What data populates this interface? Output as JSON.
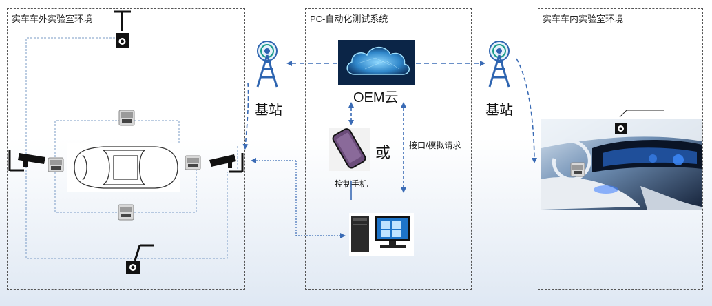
{
  "panels": {
    "left_title": "实车车外实验室环境",
    "middle_title": "PC-自动化测试系统",
    "right_title": "实车车内实验室环境"
  },
  "labels": {
    "base_station_left": "基站",
    "base_station_right": "基站",
    "cloud": "OEM云",
    "or": "或",
    "phone": "控制手机",
    "interface": "接口/模拟请求"
  },
  "icons": [
    "base-station-icon",
    "cloud-icon",
    "phone-icon",
    "pc-icon",
    "car-icon",
    "camera-icon",
    "radar-icon"
  ],
  "colors": {
    "link": "#3a6bb5",
    "dashed_border": "#555555",
    "tower": "#2d64b0",
    "phone_body": "#6b4c7a",
    "cloud_bg": "#0e2f57"
  }
}
